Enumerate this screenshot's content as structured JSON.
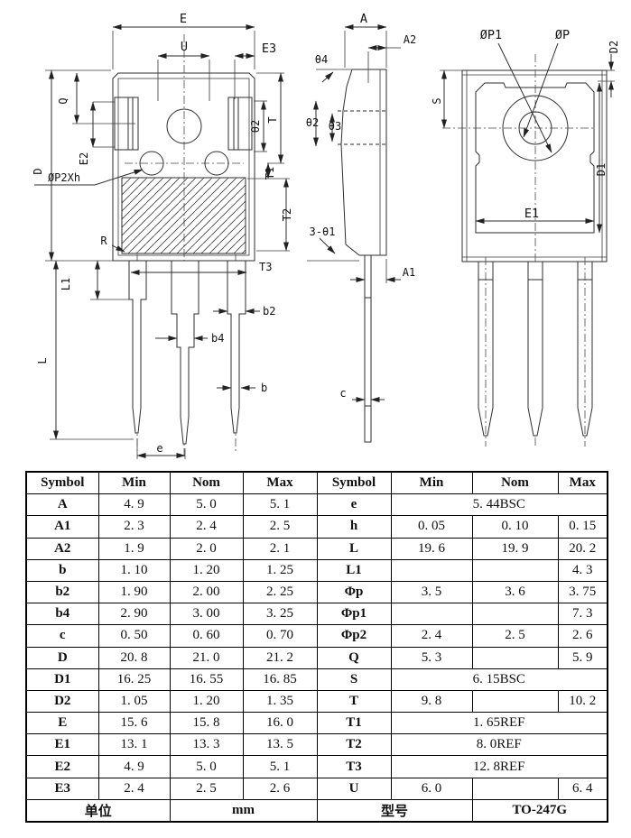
{
  "title": "TO-247G package outline drawing",
  "drawing": {
    "front": {
      "e_top": "E",
      "u": "U",
      "e3": "E3",
      "d": "D",
      "q": "Q",
      "e2": "E2",
      "phi_p2xh": "ØP2Xh",
      "r": "R",
      "l1": "L1",
      "l": "L",
      "theta2": "θ2",
      "t": "T",
      "t1": "T1",
      "t2": "T2",
      "t3": "T3",
      "b2": "b2",
      "b4": "b4",
      "b": "b",
      "e_pitch": "e"
    },
    "side": {
      "a": "A",
      "a2": "A2",
      "theta4": "θ4",
      "theta2": "θ2",
      "theta3": "θ3",
      "theta1": "3-θ1",
      "a1": "A1",
      "c": "c"
    },
    "back": {
      "phi_p1": "ØP1",
      "phi_p": "ØP",
      "d2": "D2",
      "s": "S",
      "d1": "D1",
      "e1": "E1"
    }
  },
  "table": {
    "headers": [
      "Symbol",
      "Min",
      "Nom",
      "Max",
      "Symbol",
      "Min",
      "Nom",
      "Max"
    ],
    "rows": [
      {
        "l": [
          "A",
          "4. 9",
          "5. 0",
          "5. 1"
        ],
        "r": {
          "sym": "e",
          "cells": [
            [
              "5. 44BSC",
              3
            ]
          ]
        }
      },
      {
        "l": [
          "A1",
          "2. 3",
          "2. 4",
          "2. 5"
        ],
        "r": {
          "sym": "h",
          "cells": [
            [
              "0. 05",
              1
            ],
            [
              "0. 10",
              1
            ],
            [
              "0. 15",
              1
            ]
          ]
        }
      },
      {
        "l": [
          "A2",
          "1. 9",
          "2. 0",
          "2. 1"
        ],
        "r": {
          "sym": "L",
          "cells": [
            [
              "19. 6",
              1
            ],
            [
              "19. 9",
              1
            ],
            [
              "20. 2",
              1
            ]
          ]
        }
      },
      {
        "l": [
          "b",
          "1. 10",
          "1. 20",
          "1. 25"
        ],
        "r": {
          "sym": "L1",
          "cells": [
            [
              "",
              1
            ],
            [
              "",
              1
            ],
            [
              "4. 3",
              1
            ]
          ]
        }
      },
      {
        "l": [
          "b2",
          "1. 90",
          "2. 00",
          "2. 25"
        ],
        "r": {
          "sym": "Φp",
          "cells": [
            [
              "3. 5",
              1
            ],
            [
              "3. 6",
              1
            ],
            [
              "3. 75",
              1
            ]
          ]
        }
      },
      {
        "l": [
          "b4",
          "2. 90",
          "3. 00",
          "3. 25"
        ],
        "r": {
          "sym": "Φp1",
          "cells": [
            [
              "",
              1
            ],
            [
              "",
              1
            ],
            [
              "7. 3",
              1
            ]
          ]
        }
      },
      {
        "l": [
          "c",
          "0. 50",
          "0. 60",
          "0. 70"
        ],
        "r": {
          "sym": "Φp2",
          "cells": [
            [
              "2. 4",
              1
            ],
            [
              "2. 5",
              1
            ],
            [
              "2. 6",
              1
            ]
          ]
        }
      },
      {
        "l": [
          "D",
          "20. 8",
          "21. 0",
          "21. 2"
        ],
        "r": {
          "sym": "Q",
          "cells": [
            [
              "5. 3",
              1
            ],
            [
              "",
              1
            ],
            [
              "5. 9",
              1
            ]
          ]
        }
      },
      {
        "l": [
          "D1",
          "16. 25",
          "16. 55",
          "16. 85"
        ],
        "r": {
          "sym": "S",
          "cells": [
            [
              "6. 15BSC",
              3
            ]
          ]
        }
      },
      {
        "l": [
          "D2",
          "1. 05",
          "1. 20",
          "1. 35"
        ],
        "r": {
          "sym": "T",
          "cells": [
            [
              "9. 8",
              1
            ],
            [
              "",
              1
            ],
            [
              "10. 2",
              1
            ]
          ]
        }
      },
      {
        "l": [
          "E",
          "15. 6",
          "15. 8",
          "16. 0"
        ],
        "r": {
          "sym": "T1",
          "cells": [
            [
              "1. 65REF",
              3
            ]
          ]
        }
      },
      {
        "l": [
          "E1",
          "13. 1",
          "13. 3",
          "13. 5"
        ],
        "r": {
          "sym": "T2",
          "cells": [
            [
              "8. 0REF",
              3
            ]
          ]
        }
      },
      {
        "l": [
          "E2",
          "4. 9",
          "5. 0",
          "5. 1"
        ],
        "r": {
          "sym": "T3",
          "cells": [
            [
              "12. 8REF",
              3
            ]
          ]
        }
      },
      {
        "l": [
          "E3",
          "2. 4",
          "2. 5",
          "2. 6"
        ],
        "r": {
          "sym": "U",
          "cells": [
            [
              "6. 0",
              1
            ],
            [
              "",
              1
            ],
            [
              "6. 4",
              1
            ]
          ]
        }
      }
    ],
    "footer": [
      "单位",
      "mm",
      "型号",
      "TO-247G"
    ]
  }
}
